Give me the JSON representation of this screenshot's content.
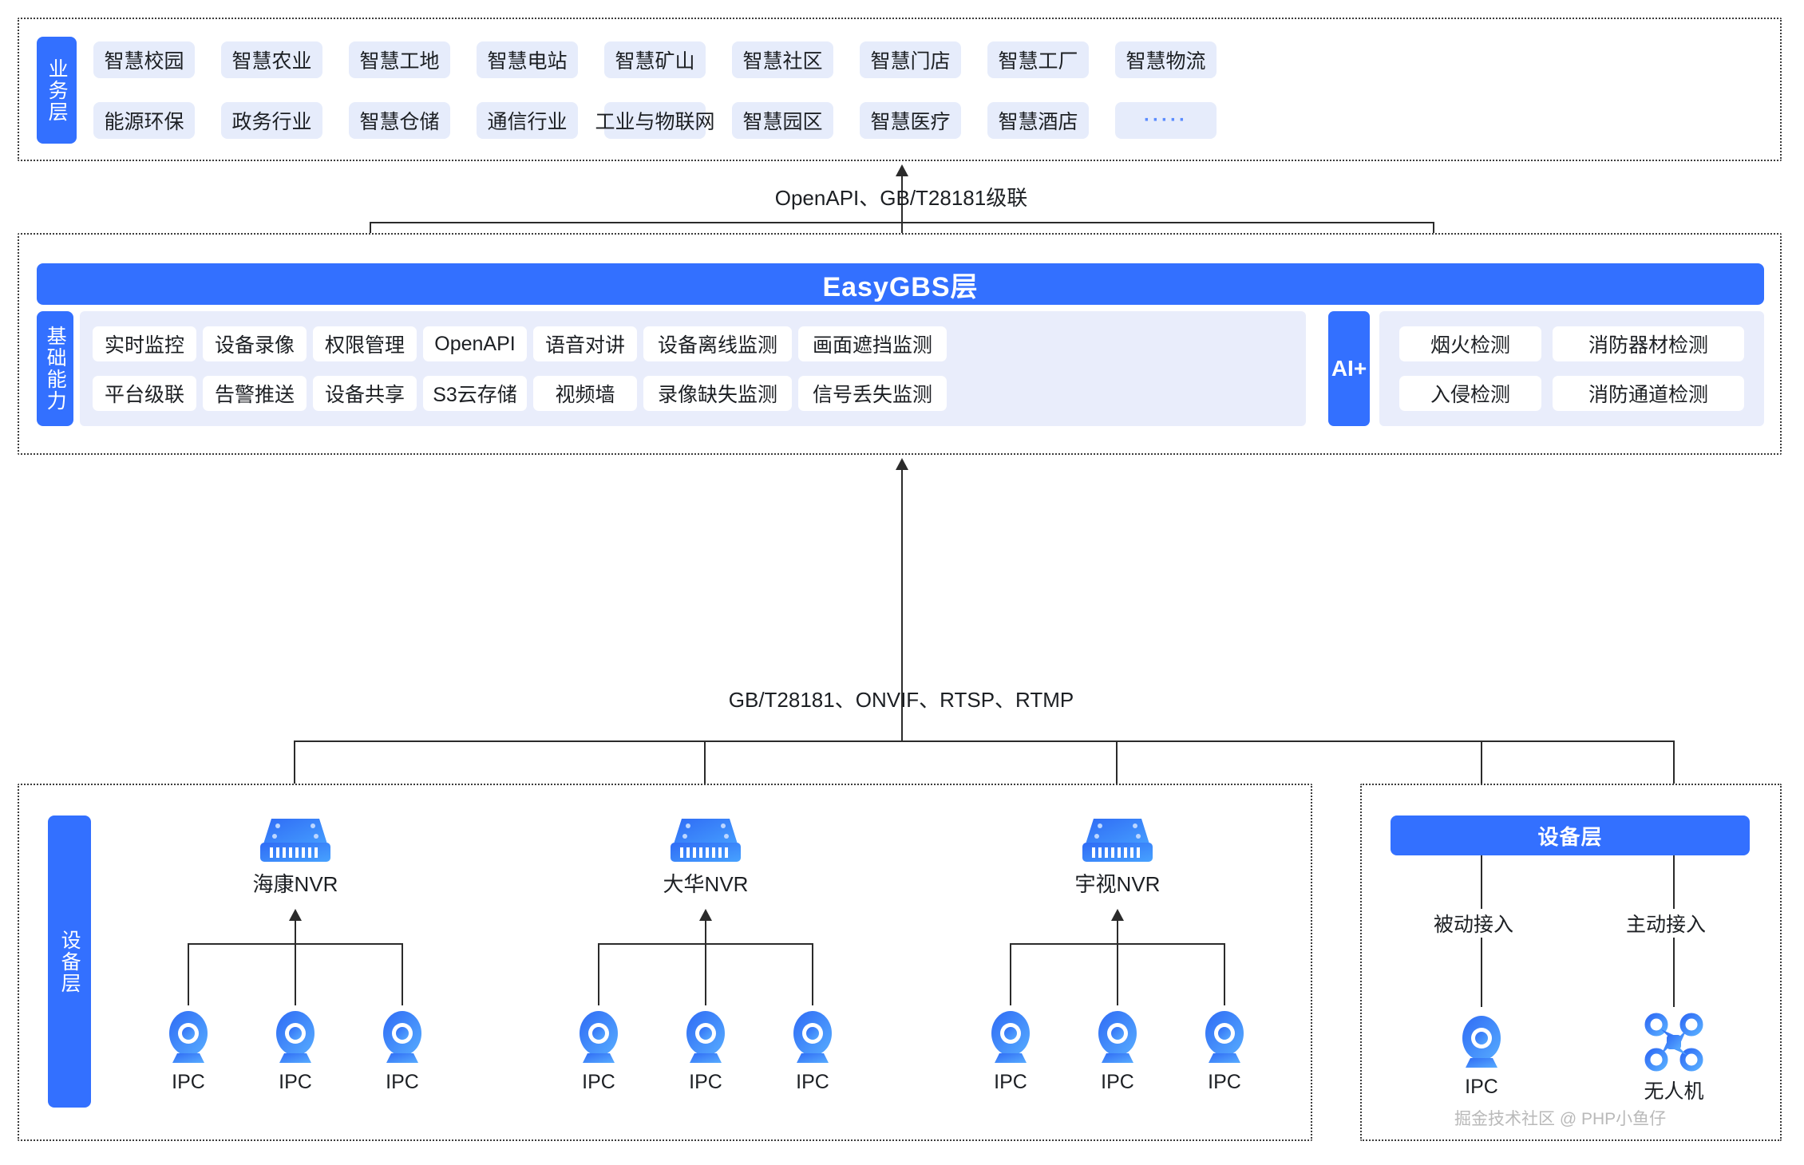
{
  "colors": {
    "brand_blue": "#3370ff",
    "chip_bg": "#e6ecfb",
    "panel_bg": "#e9edfb",
    "line": "#2b2b2b",
    "watermark": "#b9b9b9"
  },
  "business_layer": {
    "strip_label": "业务层",
    "row1": [
      "智慧校园",
      "智慧农业",
      "智慧工地",
      "智慧电站",
      "智慧矿山",
      "智慧社区",
      "智慧门店",
      "智慧工厂",
      "智慧物流"
    ],
    "row2": [
      "能源环保",
      "政务行业",
      "智慧仓储",
      "通信行业",
      "工业与物联网",
      "智慧园区",
      "智慧医疗",
      "智慧酒店",
      "·····"
    ]
  },
  "connectors": {
    "top_label": "OpenAPI、GB/T28181级联",
    "bottom_label": "GB/T28181、ONVIF、RTSP、RTMP"
  },
  "easygbs_layer": {
    "title": "EasyGBS层",
    "capability": {
      "strip_label": "基础能力",
      "row1": [
        "实时监控",
        "设备录像",
        "权限管理",
        "OpenAPI",
        "语音对讲",
        "设备离线监测",
        "画面遮挡监测"
      ],
      "row2": [
        "平台级联",
        "告警推送",
        "设备共享",
        "S3云存储",
        "视频墙",
        "录像缺失监测",
        "信号丢失监测"
      ]
    },
    "ai": {
      "strip_label": "AI+",
      "row1": [
        "烟火检测",
        "消防器材检测"
      ],
      "row2": [
        "入侵检测",
        "消防通道检测"
      ]
    }
  },
  "device_layer_left": {
    "strip_label": "设备层",
    "groups": [
      {
        "nvr_label": "海康NVR",
        "nvr_icon": "nvr-icon",
        "cameras": [
          "IPC",
          "IPC",
          "IPC"
        ]
      },
      {
        "nvr_label": "大华NVR",
        "nvr_icon": "nvr-icon",
        "cameras": [
          "IPC",
          "IPC",
          "IPC"
        ]
      },
      {
        "nvr_label": "宇视NVR",
        "nvr_icon": "nvr-icon",
        "cameras": [
          "IPC",
          "IPC",
          "IPC"
        ]
      }
    ]
  },
  "device_layer_right": {
    "title": "设备层",
    "branches": [
      {
        "access_label": "被动接入",
        "device_label": "IPC",
        "device_icon": "camera-icon"
      },
      {
        "access_label": "主动接入",
        "device_label": "无人机",
        "device_icon": "drone-icon"
      }
    ]
  },
  "watermark": "掘金技术社区 @ PHP小鱼仔"
}
